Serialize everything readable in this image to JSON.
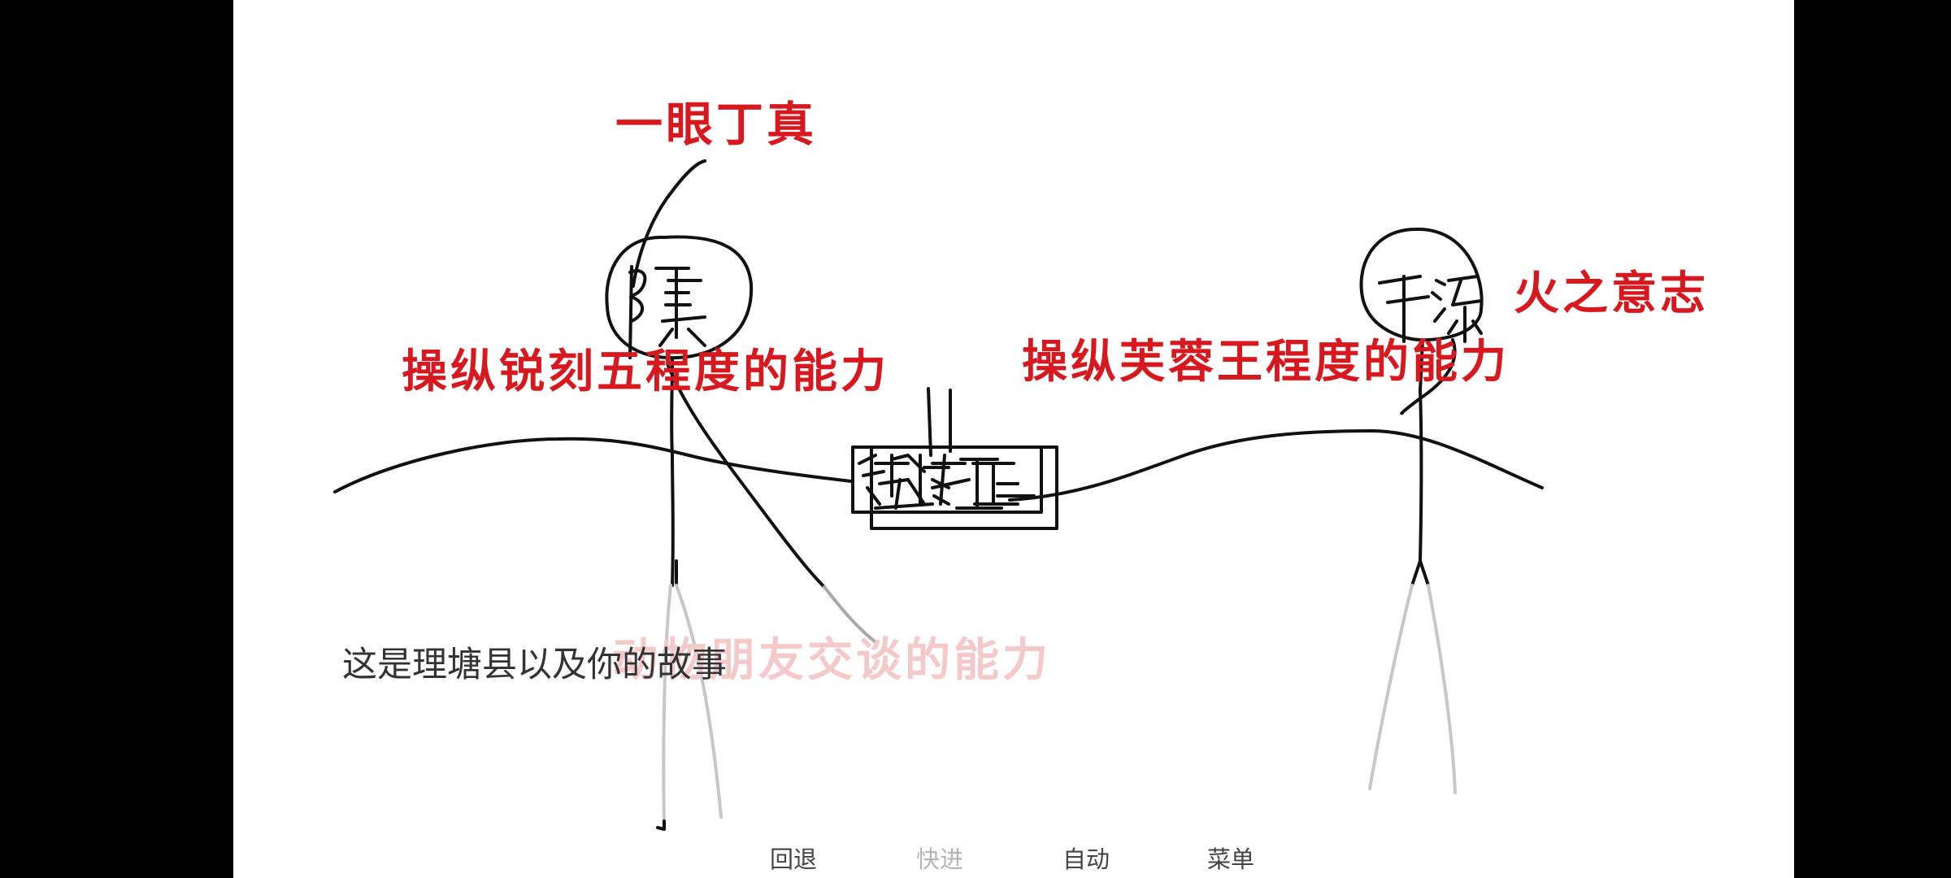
{
  "labels": {
    "yiyan": "一眼丁真",
    "huozhi": "火之意志",
    "left_ability": "操纵锐刻五程度的能力",
    "right_ability": "操纵芙蓉王程度的能力",
    "faded_ability": "动物朋友交谈的能力"
  },
  "dialogue": {
    "text": "这是理塘县以及你的故事"
  },
  "menu": {
    "back": "回退",
    "fast_forward": "快进",
    "auto": "自动",
    "menu": "菜单"
  },
  "colors": {
    "background": "#ffffff",
    "letterbox": "#000000",
    "accent_red": "#d7191f",
    "faded_red": "#f4c9ca"
  }
}
